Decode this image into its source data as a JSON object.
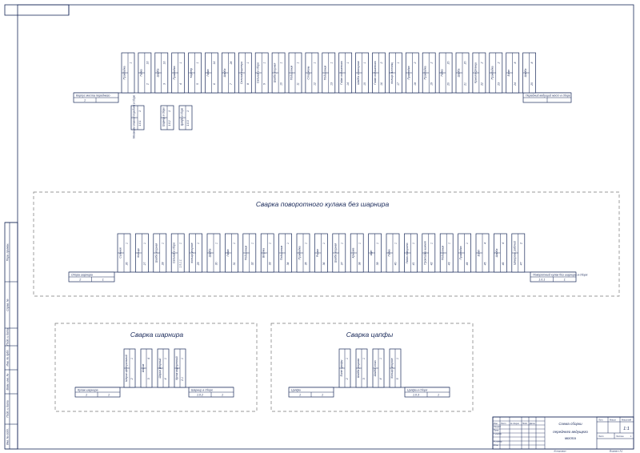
{
  "assembly1": {
    "base": {
      "name": "Корпус моста переднего",
      "num": "1",
      "qty": ""
    },
    "final": {
      "name": "Передний ведущий мост в сборе",
      "num": "",
      "qty": ""
    },
    "top": [
      {
        "name": "Прокладка",
        "num": "",
        "qty": "1"
      },
      {
        "name": "Гайка",
        "num": "2",
        "qty": "16"
      },
      {
        "name": "Шайба",
        "num": "3",
        "qty": "16"
      },
      {
        "name": "Прокладка",
        "num": "4",
        "qty": "1"
      },
      {
        "name": "Картер",
        "num": "5",
        "qty": "1"
      },
      {
        "name": "Гайка",
        "num": "6",
        "qty": "16"
      },
      {
        "name": "Шайба",
        "num": "7",
        "qty": "24"
      },
      {
        "name": "Сальник картера",
        "num": "8",
        "qty": "1"
      },
      {
        "name": "Сальник в сборе",
        "num": "9",
        "qty": "1"
      },
      {
        "name": "Шайба упорная",
        "num": "10",
        "qty": "1"
      },
      {
        "name": "Подшипник",
        "num": "11",
        "qty": "1"
      },
      {
        "name": "Стержень",
        "num": "12",
        "qty": "1"
      },
      {
        "name": "Подшипник",
        "num": "13",
        "qty": "1"
      },
      {
        "name": "Гайка подшипника",
        "num": "14",
        "qty": "1"
      },
      {
        "name": "Шайба стопорная",
        "num": "15",
        "qty": "1"
      },
      {
        "name": "Гайка подшипника",
        "num": "16",
        "qty": "2"
      },
      {
        "name": "Кольцо дистанц.",
        "num": "17",
        "qty": "1"
      },
      {
        "name": "Прокладка",
        "num": "18",
        "qty": "2"
      },
      {
        "name": "Прокладка",
        "num": "19",
        "qty": "2"
      },
      {
        "name": "Гайка",
        "num": "20",
        "qty": "20"
      },
      {
        "name": "Шайба",
        "num": "21",
        "qty": "20"
      },
      {
        "name": "Крышка фланца",
        "num": "22",
        "qty": "2"
      },
      {
        "name": "Прокладка",
        "num": "23",
        "qty": "2"
      },
      {
        "name": "Болт",
        "num": "24",
        "qty": "8"
      },
      {
        "name": "Шайба",
        "num": "25",
        "qty": "8"
      }
    ],
    "bottom": [
      {
        "name": "Механизм главной передачи в сборе",
        "num": "1.0.1",
        "qty": "1"
      },
      {
        "name": "Шарнир в сборе",
        "num": "1.0.2",
        "qty": "1"
      },
      {
        "name": "Цапфа в сборе",
        "num": "1.0.3",
        "qty": "1"
      }
    ]
  },
  "assembly2": {
    "title": "Сварка поворотного кулака без шарнира",
    "base": {
      "name": "Опора шарнира",
      "num": "2",
      "qty": "1"
    },
    "final": {
      "name": "Поворотный кулак без шарнира в сборе",
      "num": "1.0.1",
      "qty": "1"
    },
    "top": [
      {
        "name": "Сальник",
        "num": "26",
        "qty": "1"
      },
      {
        "name": "Кольцо",
        "num": "27",
        "qty": "1"
      },
      {
        "name": "Шайба упорная",
        "num": "28",
        "qty": "1"
      },
      {
        "name": "Сальник в сборе",
        "num": "1.0.1.1",
        "qty": "1"
      },
      {
        "name": "Кольцо упорное",
        "num": "29",
        "qty": "1"
      },
      {
        "name": "Шайба",
        "num": "30",
        "qty": "1"
      },
      {
        "name": "Гайка",
        "num": "31",
        "qty": "1"
      },
      {
        "name": "Подшипник",
        "num": "32",
        "qty": "1"
      },
      {
        "name": "Втулка",
        "num": "33",
        "qty": "1"
      },
      {
        "name": "Подшипник",
        "num": "34",
        "qty": "1"
      },
      {
        "name": "Прокладка",
        "num": "35",
        "qty": "1"
      },
      {
        "name": "Рычаг",
        "num": "36",
        "qty": "1"
      },
      {
        "name": "Шайба упорная",
        "num": "37",
        "qty": "1"
      },
      {
        "name": "Крышка",
        "num": "38",
        "qty": "1"
      },
      {
        "name": "Шуп",
        "num": "39",
        "qty": "1"
      },
      {
        "name": "Гайка",
        "num": "40",
        "qty": "1"
      },
      {
        "name": "Гайка поворотн.",
        "num": "41",
        "qty": "1"
      },
      {
        "name": "Прокладка нижняя",
        "num": "42",
        "qty": "1"
      },
      {
        "name": "Подшипник",
        "num": "43",
        "qty": "1"
      },
      {
        "name": "Прокладка",
        "num": "44",
        "qty": "1"
      },
      {
        "name": "Болт",
        "num": "45",
        "qty": "4"
      },
      {
        "name": "Шайба",
        "num": "46",
        "qty": "4"
      },
      {
        "name": "Шкворень рабочий",
        "num": "47",
        "qty": "2"
      }
    ]
  },
  "assembly3": {
    "title": "Сварка шарнира",
    "base": {
      "name": "Кулак шарнира",
      "num": "1",
      "qty": "1"
    },
    "final": {
      "name": "Шарнир в сборе",
      "num": "1.0.2",
      "qty": "1"
    },
    "top": [
      {
        "name": "Шарик центральный",
        "num": "2",
        "qty": "1"
      },
      {
        "name": "Шарик",
        "num": "3",
        "qty": "4"
      },
      {
        "name": "Шарик упорный",
        "num": "4",
        "qty": "1"
      },
      {
        "name": "Кулак внутренний",
        "num": "2.1",
        "qty": "1"
      }
    ]
  },
  "assembly4": {
    "title": "Сварка цапфы",
    "base": {
      "name": "Цапфа",
      "num": "1",
      "qty": "1"
    },
    "final": {
      "name": "Цапфа в сборе",
      "num": "1.0.3",
      "qty": "1"
    },
    "top": [
      {
        "name": "Болт цапфы",
        "num": "2",
        "qty": "1"
      },
      {
        "name": "Шайба упорная",
        "num": "3",
        "qty": "1"
      },
      {
        "name": "Шайба стоп.",
        "num": "4",
        "qty": "1"
      },
      {
        "name": "Кольцо упорное",
        "num": "5",
        "qty": "1"
      }
    ]
  },
  "titleblock": {
    "doc_title": "Схема сборки переднего ведущего моста",
    "sheet_label": "Лит.",
    "mass_label": "Масса",
    "scale_label": "Масштаб",
    "scale_value": "1:1",
    "sheet_num_label": "Лист",
    "sheets_label": "Листов",
    "sheets_value": "1",
    "rows": [
      "Изм.",
      "Лист",
      "№ докум.",
      "Подп.",
      "Дата"
    ],
    "roles": [
      "Разраб.",
      "Пров.",
      "Т.контр.",
      "",
      "Н.контр.",
      "Утв."
    ],
    "copied": "Копировал",
    "format": "Формат   A1"
  },
  "side_stamps": [
    "Перв. примен.",
    "Справ. №",
    "Подп. и дата",
    "Инв. № дубл.",
    "Взам. инв. №",
    "Подп. и дата",
    "Инв. № подл."
  ]
}
